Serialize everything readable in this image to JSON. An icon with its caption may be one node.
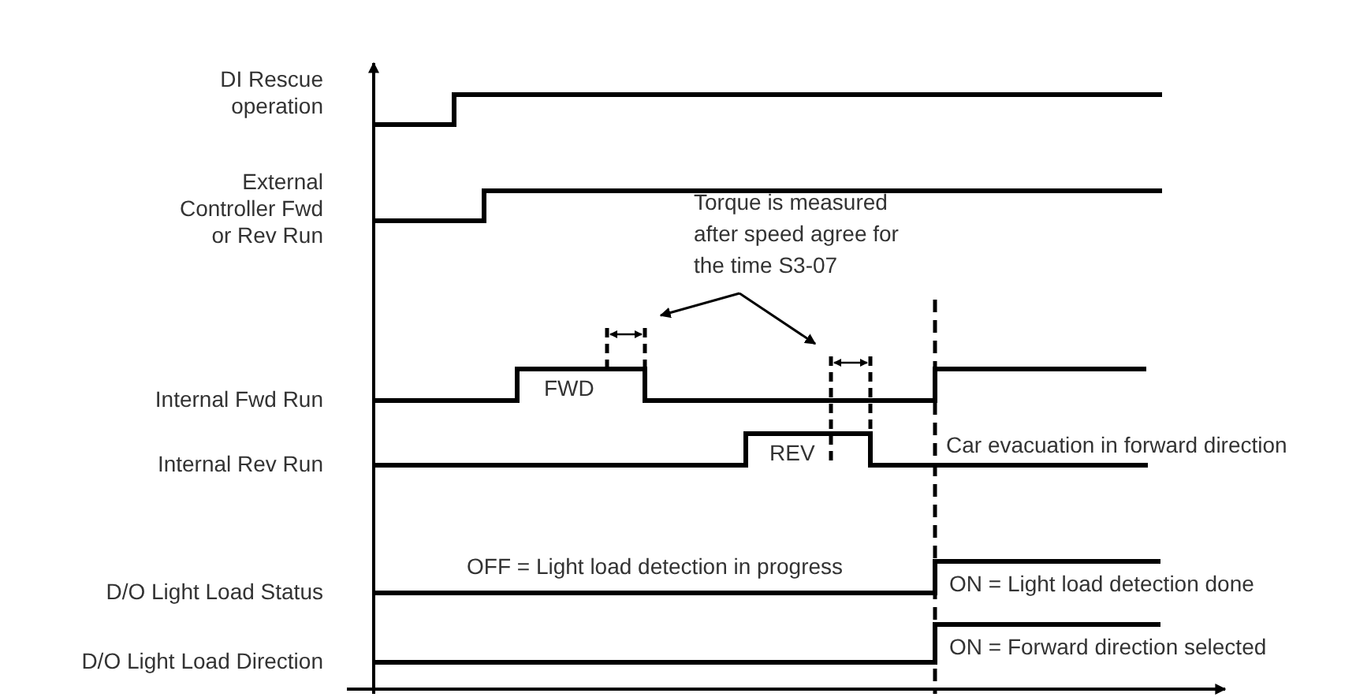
{
  "diagram": {
    "nodes": [
      {
        "text": [
          "Torque is measured after speed agree for the time S3-07"
        ]
      },
      {
        "text": [],
        "shape": "bar"
      },
      {
        "text": [],
        "shape": "bar"
      }
    ],
    "edges": [
      {
        "from": 0,
        "to": 1,
        "arrow": "to"
      },
      {
        "from": 0,
        "to": 2,
        "arrow": "to"
      }
    ],
    "labels": [
      "DI Rescue operation",
      "External Controller Fwd or Rev Run",
      "Internal Fwd Run",
      "Internal Rev Run",
      "D/O Light Load Status",
      "D/O Light Load Direction",
      "FWD",
      "REV",
      "Car evacuation in forward direction",
      "OFF = Light load detection in progress",
      "ON = Light load detection done",
      "ON = Forward direction selected"
    ]
  }
}
